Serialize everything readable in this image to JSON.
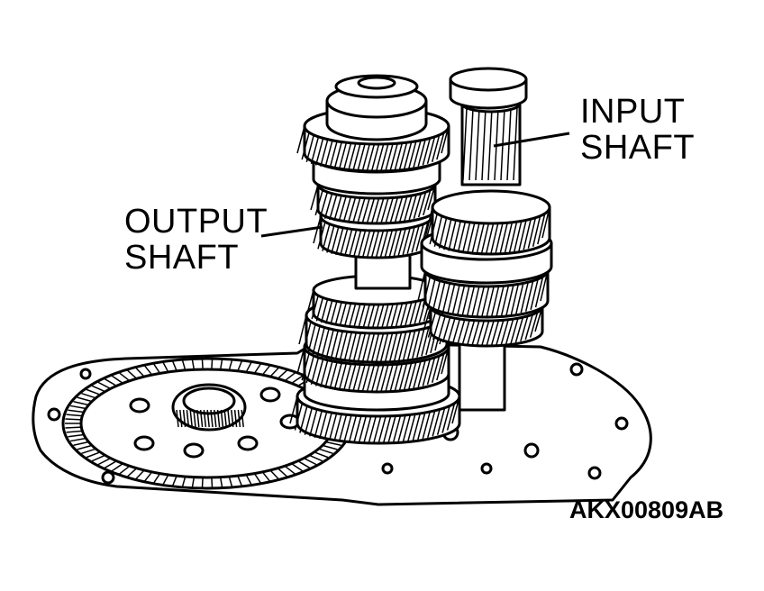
{
  "labels": {
    "input_shaft": [
      "INPUT",
      "SHAFT"
    ],
    "output_shaft": [
      "OUTPUT",
      "SHAFT"
    ]
  },
  "reference_code": "AKX00809AB",
  "colors": {
    "ink": "#000000",
    "paper": "#ffffff"
  }
}
